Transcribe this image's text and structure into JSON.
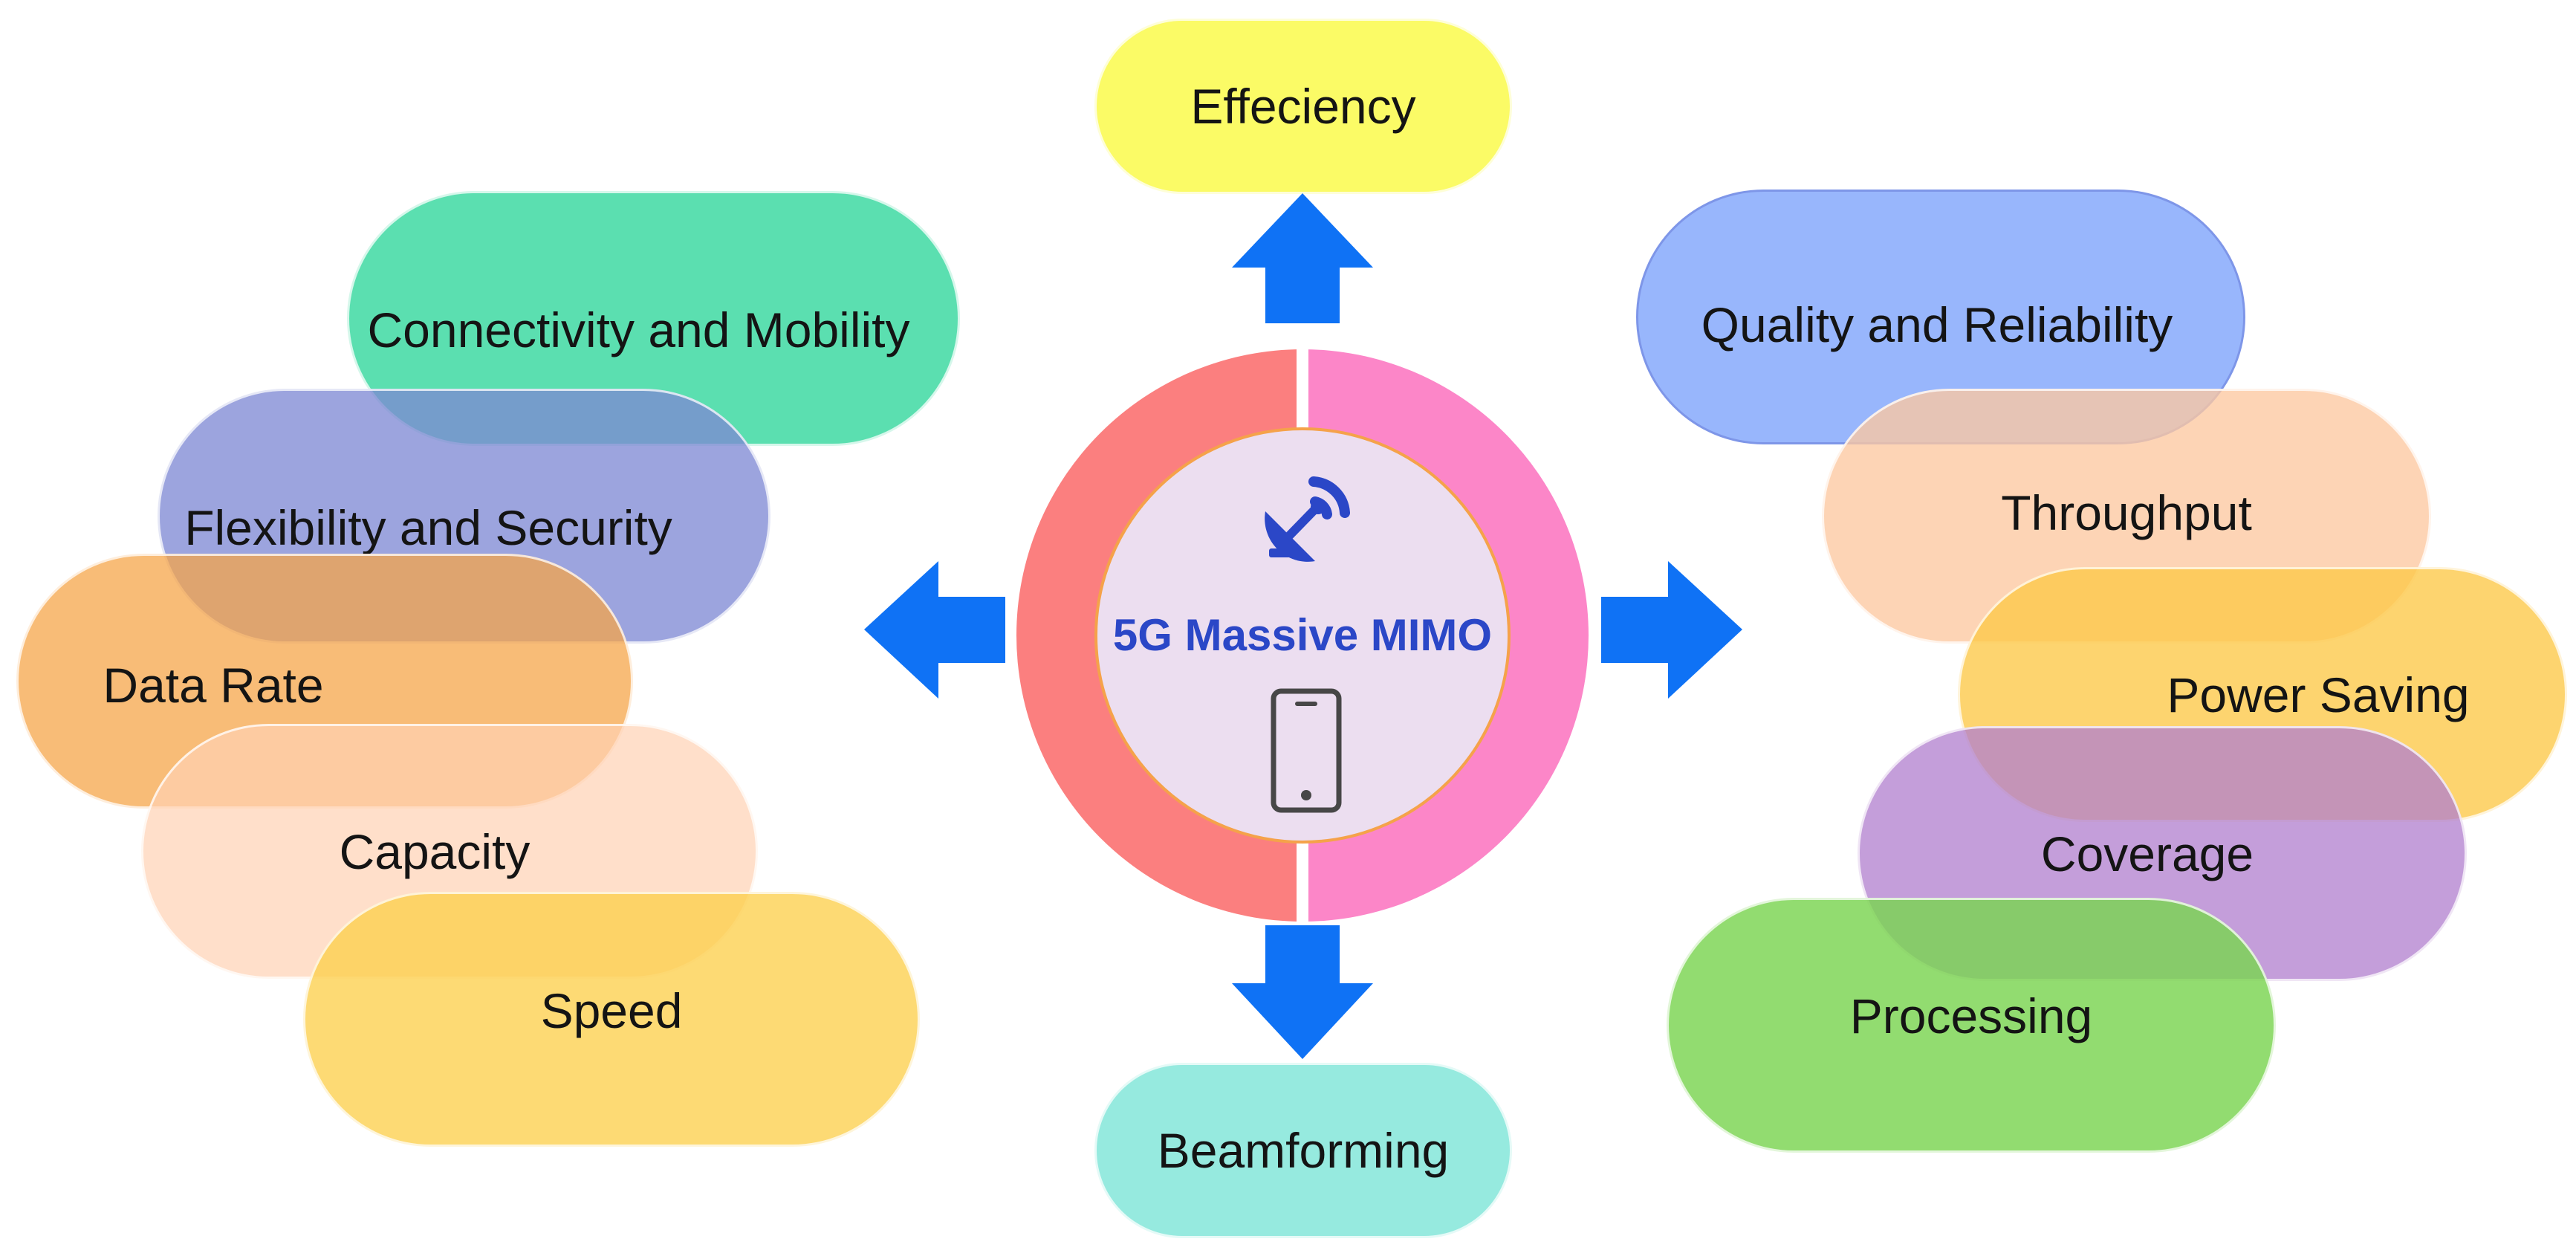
{
  "center": {
    "title": "5G Massive MIMO"
  },
  "top": {
    "label": "Effeciency"
  },
  "bottom": {
    "label": "Beamforming"
  },
  "left": [
    {
      "label": "Connectivity and Mobility"
    },
    {
      "label": "Flexibility and Security"
    },
    {
      "label": "Data Rate"
    },
    {
      "label": "Capacity"
    },
    {
      "label": "Speed"
    }
  ],
  "right": [
    {
      "label": "Quality and Reliability"
    },
    {
      "label": "Throughput"
    },
    {
      "label": "Power Saving"
    },
    {
      "label": "Coverage"
    },
    {
      "label": "Processing"
    }
  ],
  "icons": [
    "satellite-dish-icon",
    "smartphone-icon",
    "arrow-up-icon",
    "arrow-down-icon",
    "arrow-left-icon",
    "arrow-right-icon"
  ],
  "colors": {
    "arrow": "#0f72f5",
    "title": "#2b47c7",
    "hub_left": "#fb7f7f",
    "hub_right": "#fc86c8"
  }
}
